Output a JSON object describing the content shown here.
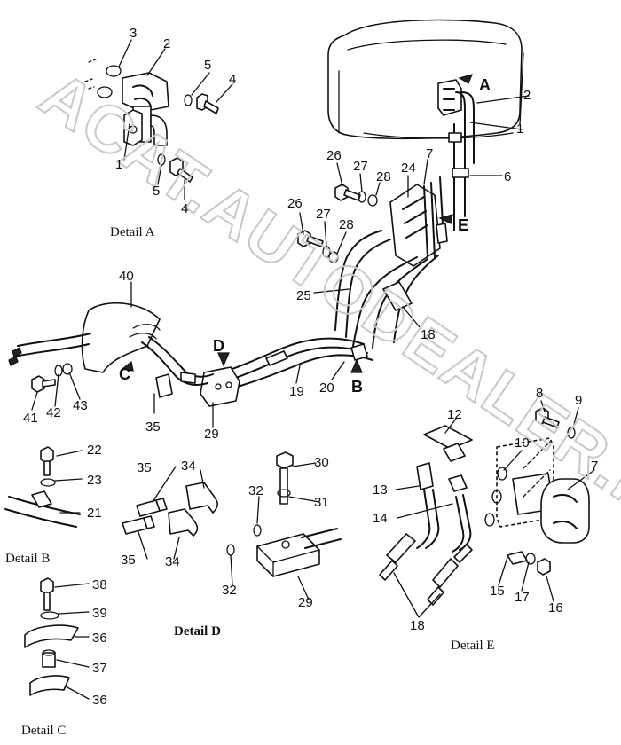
{
  "watermark": "ACAT.AUTODEALER.RU",
  "captions": {
    "detail_a": "Detail A",
    "detail_b": "Detail B",
    "detail_c": "Detail C",
    "detail_d": "Detail D",
    "detail_e": "Detail E"
  },
  "view_refs": {
    "a": "A",
    "b": "B",
    "c": "C",
    "d": "D",
    "e": "E"
  },
  "part_numbers": {
    "a_3": "3",
    "a_2": "2",
    "a_5": "5",
    "a_4": "4",
    "a_1": "1",
    "a_5b": "5",
    "a_4b": "4",
    "m_2": "2",
    "m_1": "1",
    "m_6": "6",
    "m_7": "7",
    "m_24": "24",
    "m_26a": "26",
    "m_27a": "27",
    "m_28a": "28",
    "m_26b": "26",
    "m_27b": "27",
    "m_28b": "28",
    "m_25": "25",
    "m_18": "18",
    "m_40": "40",
    "m_20": "20",
    "m_19": "19",
    "m_41": "41",
    "m_42": "42",
    "m_43": "43",
    "m_35": "35",
    "m_29": "29",
    "b_22": "22",
    "b_23": "23",
    "b_21": "21",
    "c_38": "38",
    "c_39": "39",
    "c_36a": "36",
    "c_37": "37",
    "c_36b": "36",
    "d_35a": "35",
    "d_34a": "34",
    "d_35b": "35",
    "d_34b": "34",
    "d_30": "30",
    "d_32a": "32",
    "d_31": "31",
    "d_32b": "32",
    "d_29": "29",
    "e_8": "8",
    "e_9": "9",
    "e_12": "12",
    "e_10": "10",
    "e_7": "7",
    "e_13": "13",
    "e_14": "14",
    "e_15": "15",
    "e_17": "17",
    "e_16": "16",
    "e_18": "18"
  }
}
